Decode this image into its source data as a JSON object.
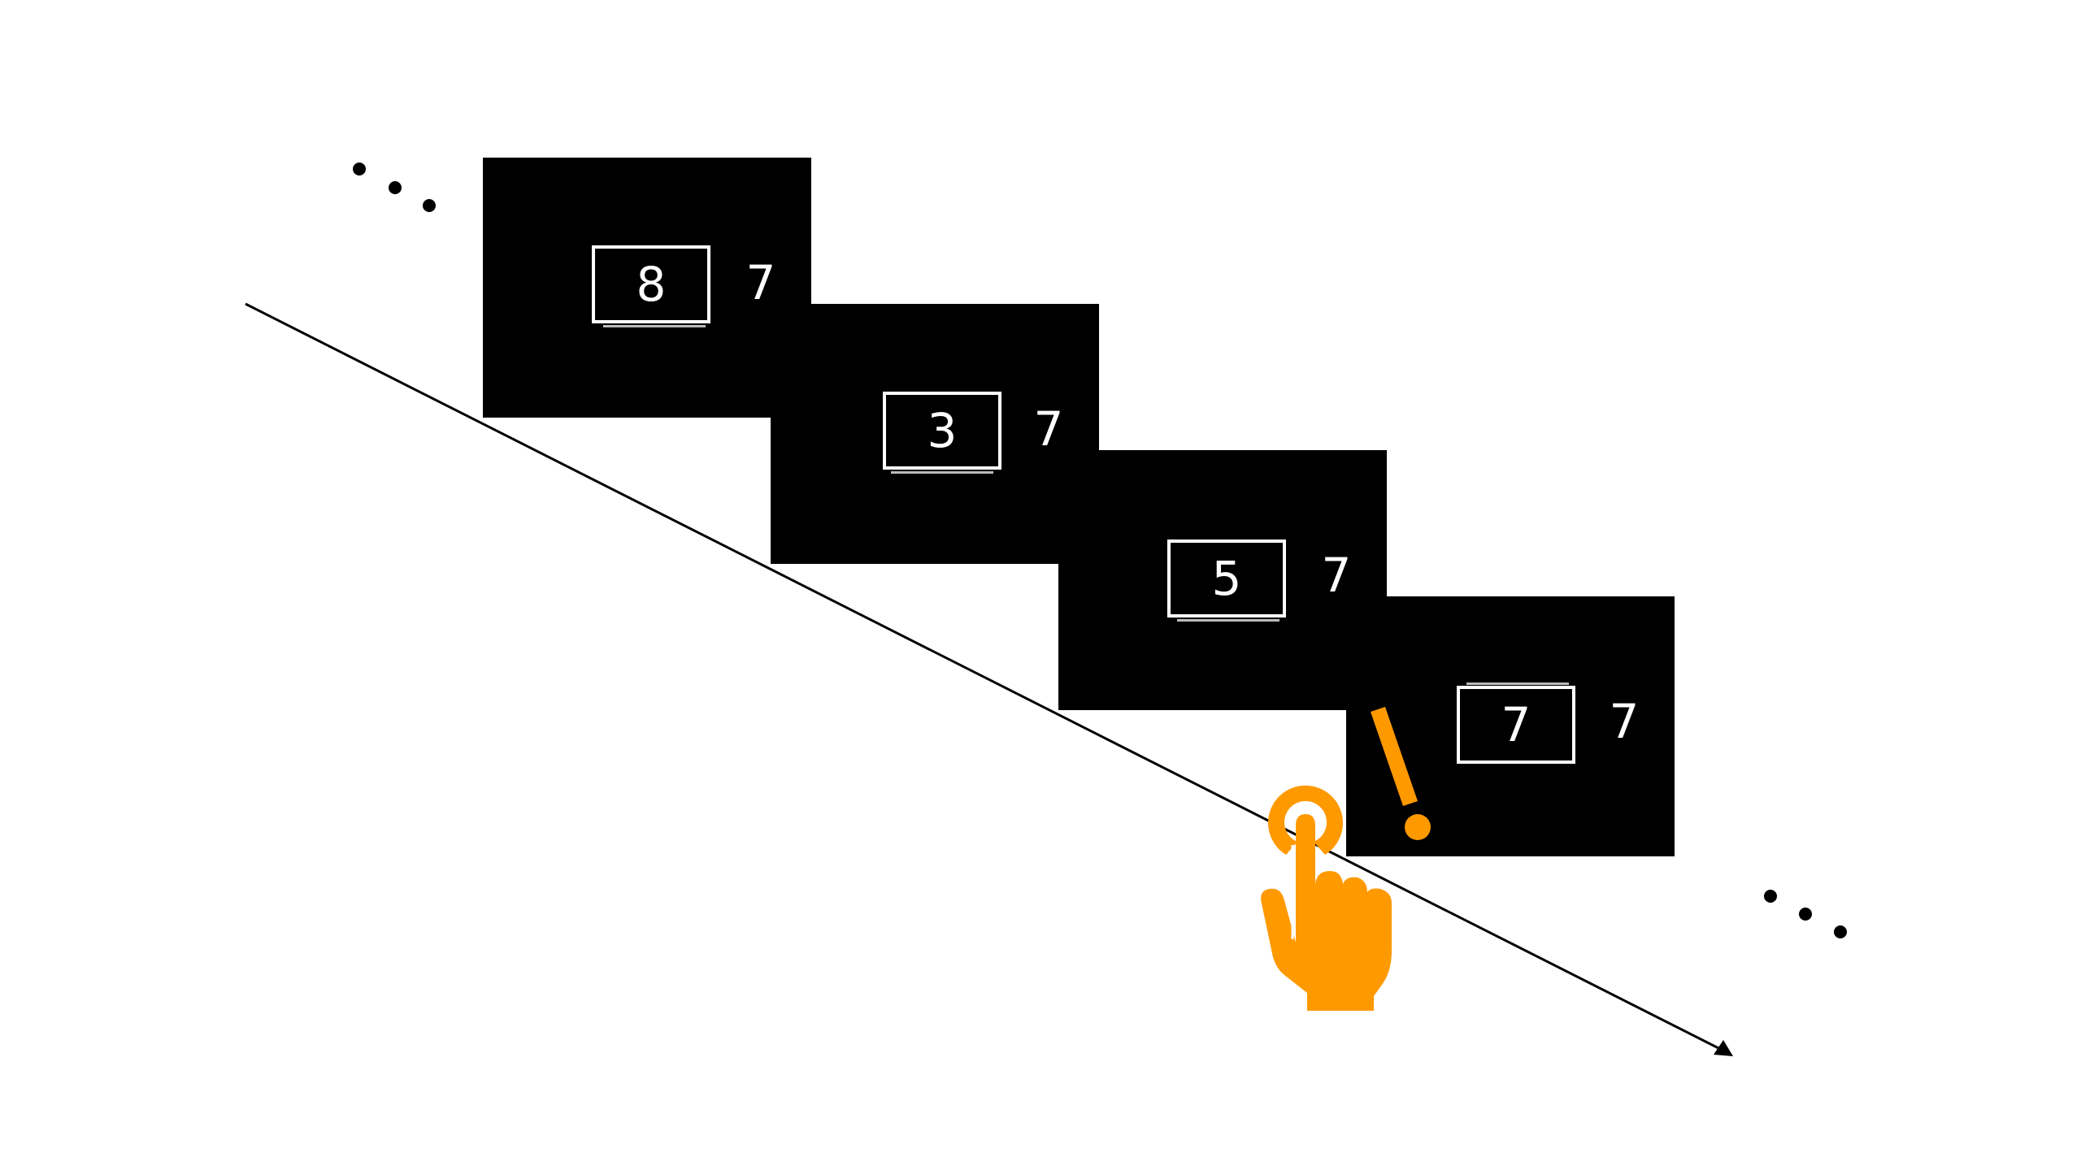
{
  "colors": {
    "background": "#ffffff",
    "screen": "#000000",
    "digit": "#ffffff",
    "accent": "#ff9900",
    "timeline": "#000000"
  },
  "icons": {
    "ellipsis_start": "ellipsis-icon",
    "ellipsis_end": "ellipsis-icon",
    "alert": "exclamation-icon",
    "response": "tap-hand-icon",
    "timeline": "arrow-icon"
  },
  "trials": [
    {
      "stimulus": "8",
      "target": "7"
    },
    {
      "stimulus": "3",
      "target": "7"
    },
    {
      "stimulus": "5",
      "target": "7"
    },
    {
      "stimulus": "7",
      "target": "7"
    }
  ]
}
